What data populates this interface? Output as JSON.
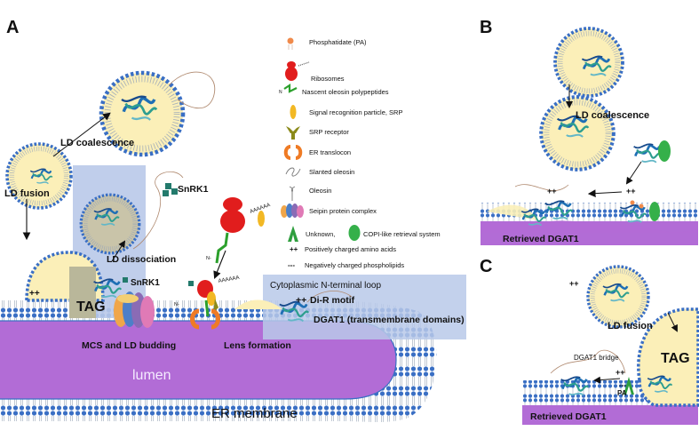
{
  "panels": {
    "a": "A",
    "b": "B",
    "c": "C"
  },
  "panel_a": {
    "ld_coalescence": "LD coalescence",
    "ld_fusion": "LD fusion",
    "snrk1_top": "SnRK1",
    "ld_dissociation": "LD dissociation",
    "snrk1_mid": "SnRK1",
    "charge_plus": "++",
    "tag": "TAG",
    "mcs_budding": "MCS and LD budding",
    "lens_formation": "Lens formation",
    "lumen": "lumen",
    "er_membrane": "ER membrane",
    "ribosome_chain": "AAAAAA",
    "ribosome_chain2": "AAAAAA",
    "n_term1": "N-",
    "n_term2": "N-",
    "cyto_loop": "Cytoplasmic N-terminal loop",
    "dir_charge": "++",
    "dir_motif": "Di-R motif",
    "dgat_tm": "DGAT1 (transmembrane domains)"
  },
  "legend": {
    "pa": "Phosphatidate (PA)",
    "ribosomes": "Ribosomes",
    "nascent": "Nascent oleosin polypeptides",
    "srp": "Signal recognition particle, SRP",
    "srp_receptor": "SRP receptor",
    "translocon": "ER translocon",
    "slanted": "Slanted oleosin",
    "oleosin": "Oleosin",
    "seipin": "Seipin protein complex",
    "unknown": "Unknown,",
    "copi": "COPI-like retrieval system",
    "pos_symbol": "++",
    "pos_text": "Positively charged amino acids",
    "neg_symbol": "---",
    "neg_text": "Negatively charged phospholipids",
    "n_small": "N"
  },
  "panel_b": {
    "ld_coalescence": "LD coalescence",
    "charge1": "++",
    "charge2": "++",
    "retrieved": "Retrieved DGAT1"
  },
  "panel_c": {
    "charge_top": "++",
    "ld_fusion": "LD fusion",
    "tag": "TAG",
    "bridge": "DGAT1 bridge",
    "charge": "++",
    "neg": "---",
    "pa": "PA",
    "retrieved": "Retrieved DGAT1"
  },
  "colors": {
    "droplet_fill": "#fbefb8",
    "membrane_blue": "#3a6fc4",
    "lumen_purple": "#b26cd6",
    "highlight_box": "#b9c9e9",
    "ribosome_red": "#e11d1d",
    "srp_yellow": "#f2b824",
    "receptor_olive": "#8b8a1a",
    "translocon_orange": "#ef7b25",
    "copi_green": "#35b04a",
    "snrk_teal": "#237a6c",
    "pa_orange": "#f08a4b"
  }
}
